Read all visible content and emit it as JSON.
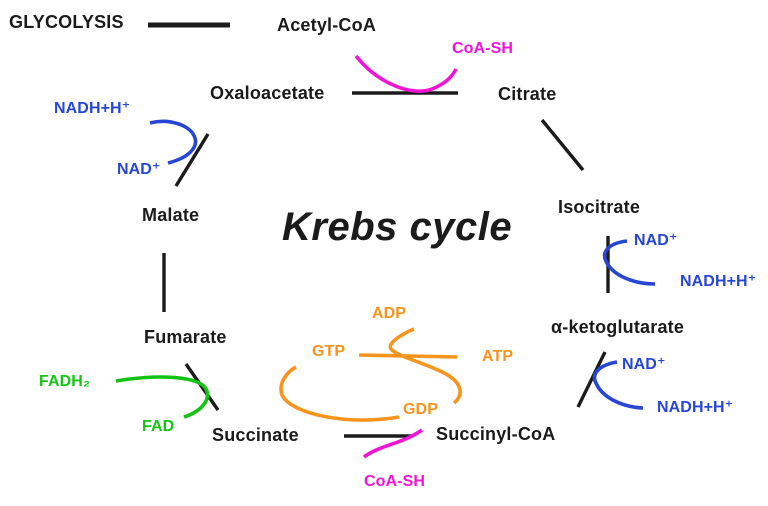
{
  "figure": {
    "title": "Krebs cycle",
    "external_pathway": "GLYCOLYSIS"
  },
  "colors": {
    "background": "#ffffff",
    "black": "#1b1b1b",
    "magenta": "#f213d6",
    "blue": "#2746d6",
    "orange": "#f7941e",
    "green": "#14c414"
  },
  "metabolites": {
    "acetyl_coa": "Acetyl-CoA",
    "oxaloacetate": "Oxaloacetate",
    "citrate": "Citrate",
    "isocitrate": "Isocitrate",
    "alpha_ketoglutarate": "α-ketoglutarate",
    "succinyl_coa": "Succinyl-CoA",
    "succinate": "Succinate",
    "fumarate": "Fumarate",
    "malate": "Malate"
  },
  "cofactors": {
    "coa_sh_citrate": "CoA-SH",
    "coa_sh_succinate": "CoA-SH",
    "nad_plus_isocitrate": "NAD⁺",
    "nadh_isocitrate": "NADH+H⁺",
    "nad_plus_ketoglutarate": "NAD⁺",
    "nadh_ketoglutarate": "NADH+H⁺",
    "nad_plus_malate": "NAD⁺",
    "nadh_malate": "NADH+H⁺",
    "fad": "FAD",
    "fadh2": "FADH₂",
    "gdp": "GDP",
    "gtp": "GTP",
    "adp": "ADP",
    "atp": "ATP"
  }
}
